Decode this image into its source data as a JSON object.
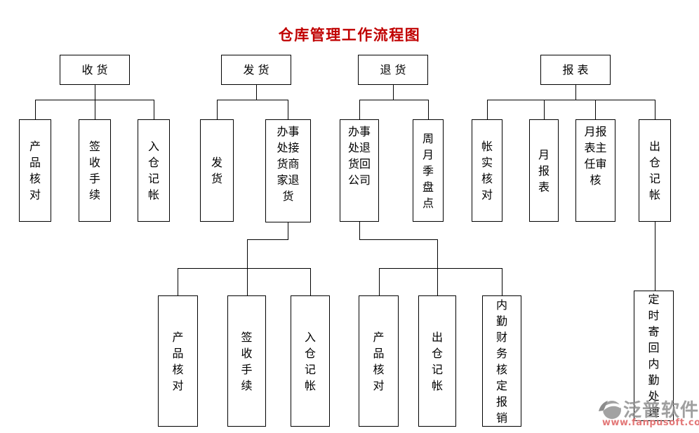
{
  "title": "仓库管理工作流程图",
  "colors": {
    "title": "#c00000",
    "line": "#000000",
    "watermark_brand": "#8f8f8f",
    "watermark_url": "#e06a6a"
  },
  "l1": {
    "receiving": "收货",
    "dispatch": "发货",
    "returns": "退货",
    "reports": "报表"
  },
  "l2": {
    "recv_product_check": "产品核对",
    "recv_sign_procedure": "签收手续",
    "recv_warehouse_in": "入仓　记帐",
    "disp_dispatch": "发　货",
    "disp_office_returns": "办事处接货商家退货",
    "ret_office_return": "办事处退货回公司",
    "ret_inventory": "周月季盘点",
    "rep_account_check": "帐实核对",
    "rep_monthly": "月报表",
    "rep_review": "月报表主任审核",
    "rep_warehouse_out": "出仓　记帐"
  },
  "l3": {
    "disp_product_check": "产品核对",
    "disp_sign_procedure": "签收手续",
    "disp_warehouse_in": "入仓　记帐",
    "ret_product_check": "产品核对",
    "ret_warehouse_out": "出仓　记帐",
    "ret_finance": "内勤财务核定报销",
    "rep_mail_back": "定时寄回内勤处理"
  },
  "watermark": {
    "brand": "泛普软件",
    "url": "www.fanpusoft.com"
  }
}
